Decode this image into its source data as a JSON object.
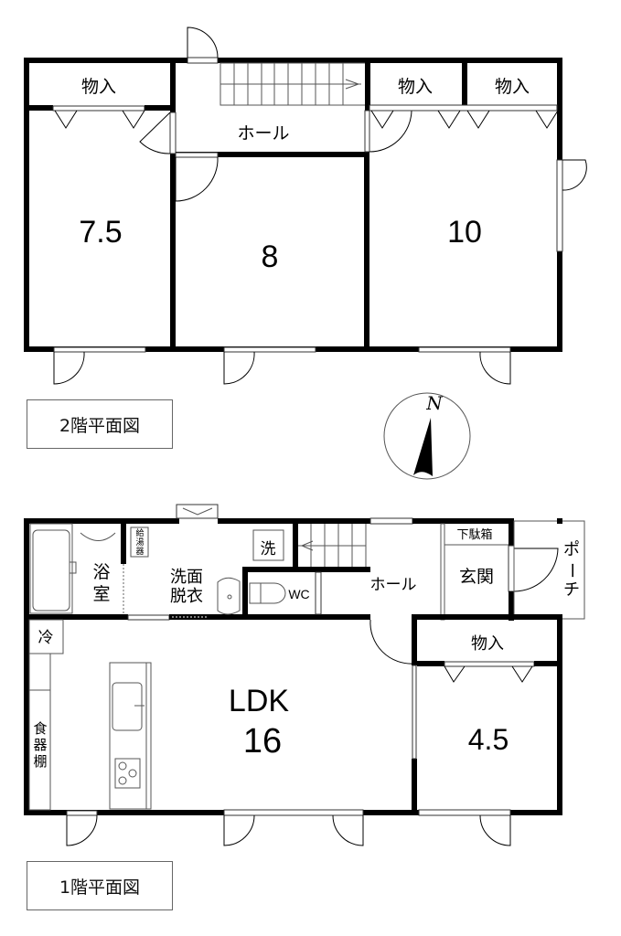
{
  "floor2": {
    "title": "2階平面図",
    "rooms": {
      "storage_left": "物入",
      "hall": "ホール",
      "storage_mid": "物入",
      "storage_right": "物入",
      "room_left": "7.5",
      "room_mid": "8",
      "room_right": "10"
    }
  },
  "floor1": {
    "title": "1階平面図",
    "rooms": {
      "water_heater": "給湯器",
      "washer": "洗",
      "bath_1": "浴",
      "bath_2": "室",
      "washroom_1": "洗面",
      "washroom_2": "脱衣",
      "wc": "WC",
      "hall": "ホール",
      "shoe_box": "下駄箱",
      "entrance": "玄関",
      "porch_1": "ポ",
      "porch_2": "ー",
      "porch_3": "チ",
      "fridge": "冷",
      "cupboard_1": "食",
      "cupboard_2": "器",
      "cupboard_3": "棚",
      "ldk_label": "LDK",
      "ldk_size": "16",
      "storage": "物入",
      "room_small": "4.5"
    }
  },
  "compass": {
    "north_label": "N"
  }
}
